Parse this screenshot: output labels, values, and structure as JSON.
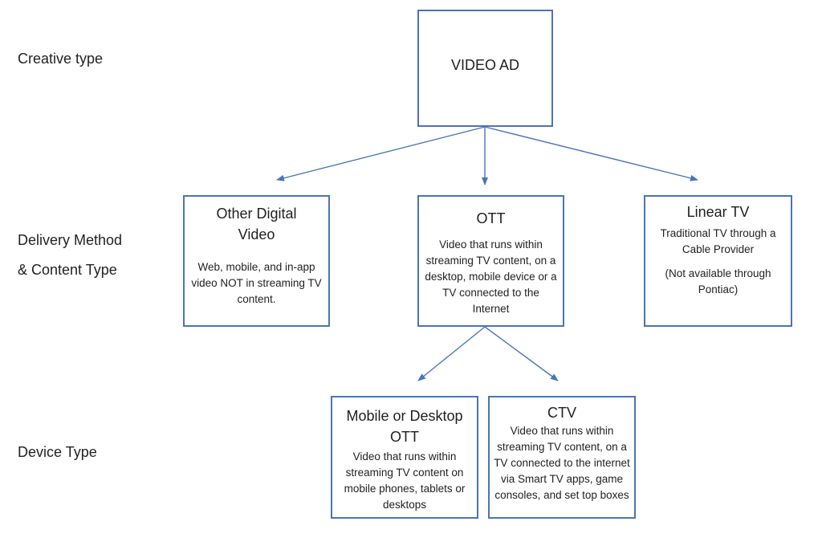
{
  "row_labels": {
    "creative": "Creative type",
    "delivery_line1": "Delivery Method",
    "delivery_line2": "& Content Type",
    "device": "Device Type"
  },
  "nodes": {
    "video_ad": {
      "title": "VIDEO AD"
    },
    "other_digital": {
      "title": "Other Digital Video",
      "desc": "Web, mobile, and in-app video NOT in streaming TV content."
    },
    "ott": {
      "title": "OTT",
      "desc": "Video that runs within streaming TV content, on a desktop, mobile device or a TV connected to the Internet"
    },
    "linear_tv": {
      "title": "Linear TV",
      "desc": "Traditional TV through a Cable Provider",
      "note": "(Not available through Pontiac)"
    },
    "mobile_desktop_ott": {
      "title": "Mobile or Desktop OTT",
      "desc": "Video that runs within streaming TV content on mobile phones, tablets or desktops"
    },
    "ctv": {
      "title": "CTV",
      "desc": "Video that runs within streaming TV content, on a TV connected to the internet via Smart TV apps, game consoles, and set top boxes"
    }
  },
  "colors": {
    "box_border": "#4a74b8",
    "connector": "#4a74b8"
  }
}
